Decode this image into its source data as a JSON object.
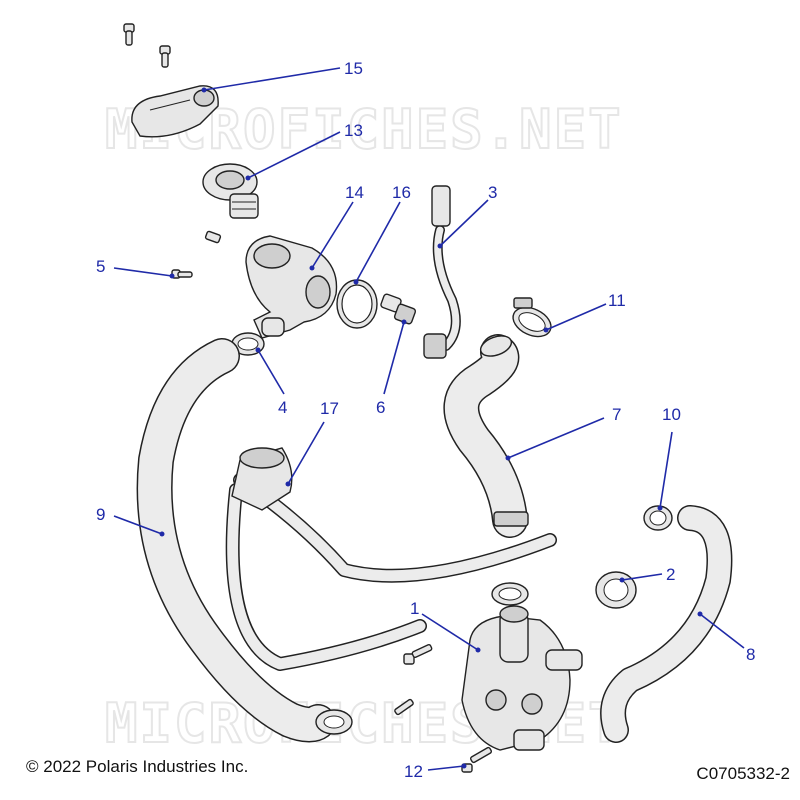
{
  "watermark_text": "MICROFICHES.NET",
  "callouts": [
    {
      "id": "c15",
      "label": "15"
    },
    {
      "id": "c13",
      "label": "13"
    },
    {
      "id": "c14",
      "label": "14"
    },
    {
      "id": "c16",
      "label": "16"
    },
    {
      "id": "c3",
      "label": "3"
    },
    {
      "id": "c5",
      "label": "5"
    },
    {
      "id": "c11",
      "label": "11"
    },
    {
      "id": "c4",
      "label": "4"
    },
    {
      "id": "c6",
      "label": "6"
    },
    {
      "id": "c17",
      "label": "17"
    },
    {
      "id": "c7",
      "label": "7"
    },
    {
      "id": "c10",
      "label": "10"
    },
    {
      "id": "c9",
      "label": "9"
    },
    {
      "id": "c2",
      "label": "2"
    },
    {
      "id": "c1",
      "label": "1"
    },
    {
      "id": "c8",
      "label": "8"
    },
    {
      "id": "c12",
      "label": "12"
    }
  ],
  "footer": {
    "copyright": "© 2022 Polaris Industries Inc.",
    "part_number": "C0705332-2"
  },
  "colors": {
    "callout": "#1f2aa8",
    "part_fill": "#e7e7e7",
    "outline": "#222222"
  }
}
